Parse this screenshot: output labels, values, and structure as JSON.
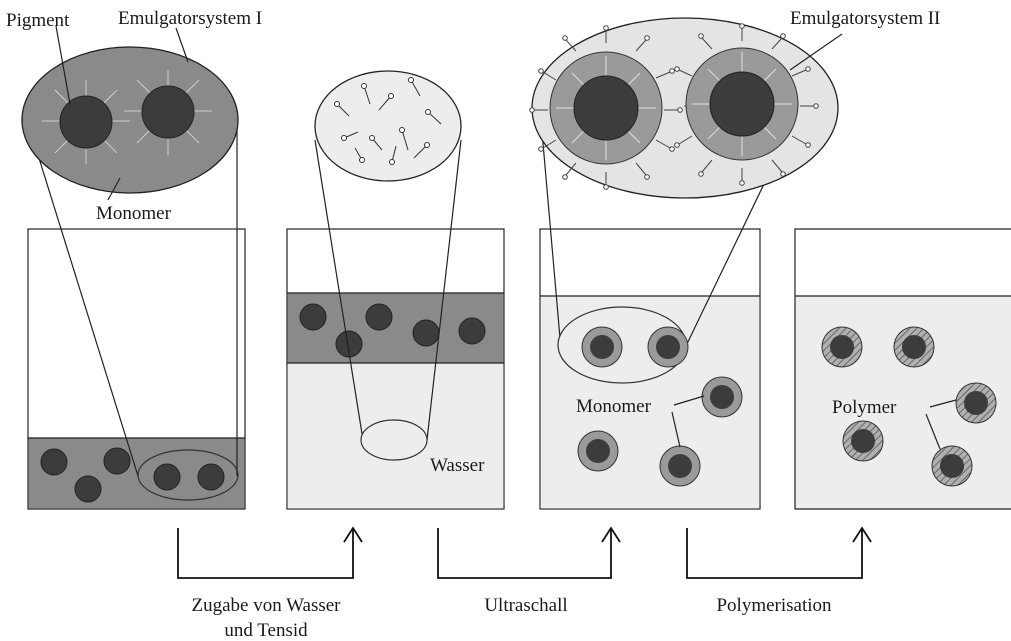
{
  "labels": {
    "pigment": "Pigment",
    "emulgator1": "Emulgatorsystem I",
    "emulgator2": "Emulgatorsystem II",
    "monomer_top": "Monomer",
    "wasser": "Wasser",
    "monomer_inside": "Monomer",
    "polymer": "Polymer"
  },
  "steps": [
    {
      "label_line1": "Zugabe von Wasser",
      "label_line2": "und Tensid"
    },
    {
      "label_line1": "Ultraschall",
      "label_line2": ""
    },
    {
      "label_line1": "Polymerisation",
      "label_line2": ""
    }
  ],
  "colors": {
    "pigment": "#3c3c3c",
    "monomer_phase": "#8a8a8a",
    "water": "#ededed",
    "shell": "#9a9a9a",
    "ellipse_light": "#e4e4e4"
  }
}
